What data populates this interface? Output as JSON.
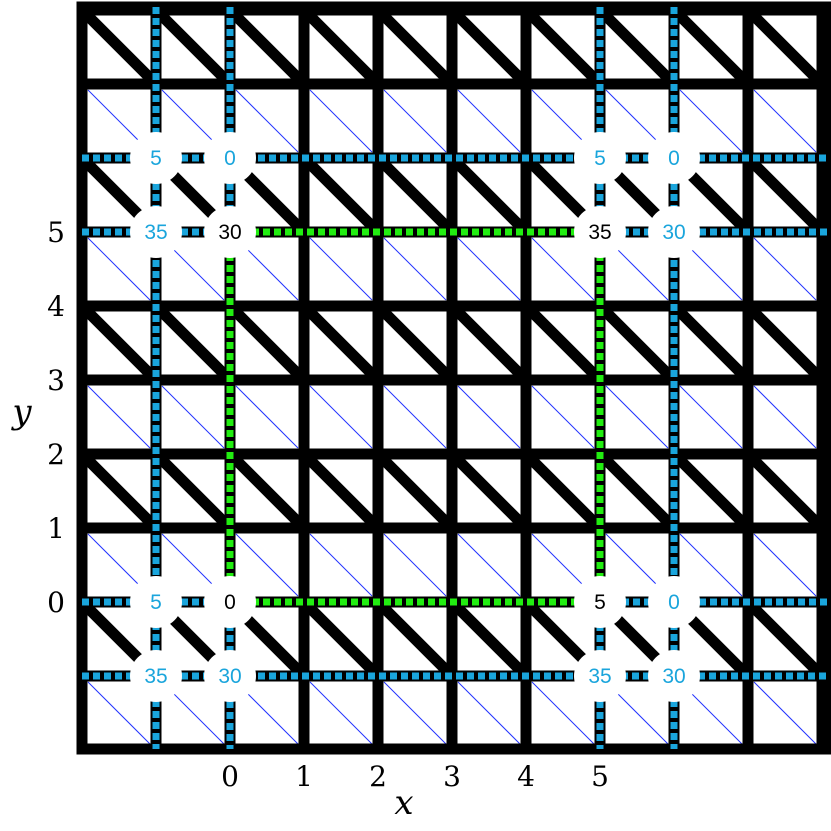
{
  "axes": {
    "x_title": "x",
    "y_title": "y",
    "x_ticks": [
      "0",
      "1",
      "2",
      "3",
      "4",
      "5"
    ],
    "y_ticks": [
      "0",
      "1",
      "2",
      "3",
      "4",
      "5"
    ]
  },
  "grid": {
    "x_range": [
      -2,
      8
    ],
    "y_range": [
      -2,
      8
    ]
  },
  "corner_nodes": [
    {
      "label": "0",
      "x": 0,
      "y": 0,
      "color": "#000000"
    },
    {
      "label": "5",
      "x": 5,
      "y": 0,
      "color": "#000000"
    },
    {
      "label": "30",
      "x": 0,
      "y": 5,
      "color": "#000000"
    },
    {
      "label": "35",
      "x": 5,
      "y": 5,
      "color": "#000000"
    },
    {
      "label": "5",
      "x": -1,
      "y": 0,
      "color": "#1aa5dc"
    },
    {
      "label": "0",
      "x": 6,
      "y": 0,
      "color": "#1aa5dc"
    },
    {
      "label": "35",
      "x": -1,
      "y": 5,
      "color": "#1aa5dc"
    },
    {
      "label": "30",
      "x": 6,
      "y": 5,
      "color": "#1aa5dc"
    },
    {
      "label": "35",
      "x": -1,
      "y": -1,
      "color": "#1aa5dc"
    },
    {
      "label": "30",
      "x": 0,
      "y": -1,
      "color": "#1aa5dc"
    },
    {
      "label": "35",
      "x": 5,
      "y": -1,
      "color": "#1aa5dc"
    },
    {
      "label": "30",
      "x": 6,
      "y": -1,
      "color": "#1aa5dc"
    },
    {
      "label": "5",
      "x": -1,
      "y": 6,
      "color": "#1aa5dc"
    },
    {
      "label": "0",
      "x": 0,
      "y": 6,
      "color": "#1aa5dc"
    },
    {
      "label": "5",
      "x": 5,
      "y": 6,
      "color": "#1aa5dc"
    },
    {
      "label": "0",
      "x": 6,
      "y": 6,
      "color": "#1aa5dc"
    }
  ],
  "colors": {
    "mesh": "#000000",
    "fine_diagonal": "#2233ff",
    "boundary_dashes": "#22ee11",
    "periodic_dashes": "#1aa5dc",
    "node_fill": "#ffffff"
  }
}
